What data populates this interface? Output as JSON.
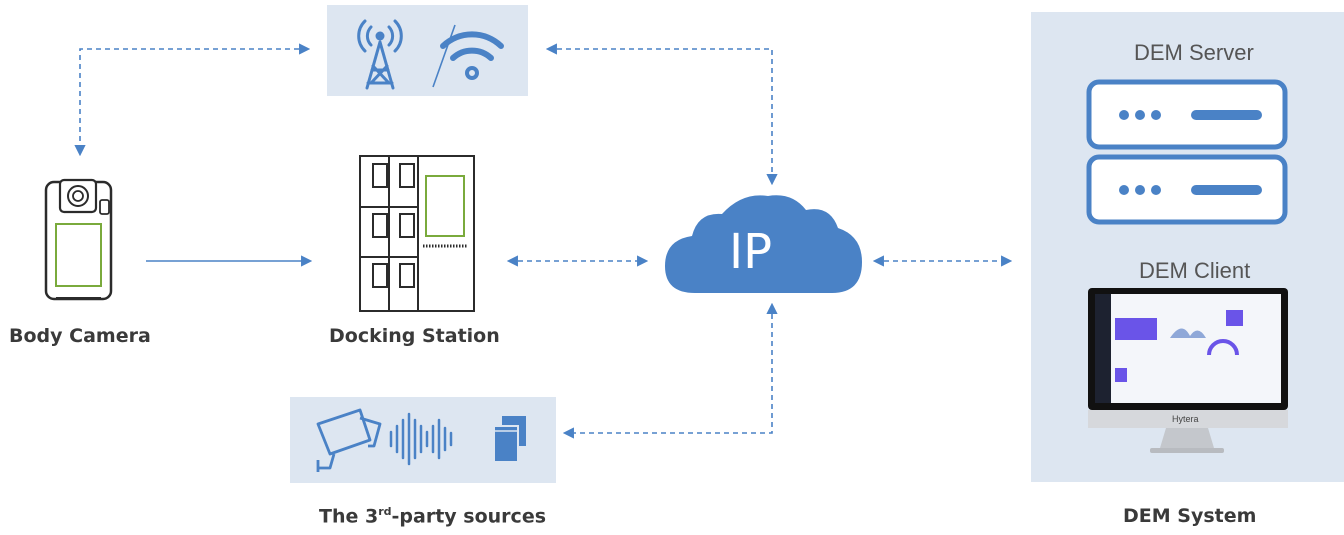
{
  "labels": {
    "body_camera": "Body Camera",
    "docking_station": "Docking Station",
    "third_party_prefix": "The 3",
    "third_party_sup": "rd",
    "third_party_suffix": "-party sources",
    "dem_system": "DEM System",
    "dem_server": "DEM Server",
    "dem_client": "DEM Client",
    "cloud": "IP",
    "monitor_brand": "Hytera"
  },
  "colors": {
    "accent_blue": "#4a82c6",
    "panel_fill": "#dde6f1",
    "outline": "#2b2b2b",
    "screen_green": "#7aaa3c",
    "dashboard_purple": "#6a54e8"
  },
  "icons": [
    "cell-tower-icon",
    "wifi-icon",
    "cctv-camera-icon",
    "sound-wave-icon",
    "window-icon",
    "server-icon",
    "monitor-icon",
    "cloud-icon"
  ]
}
